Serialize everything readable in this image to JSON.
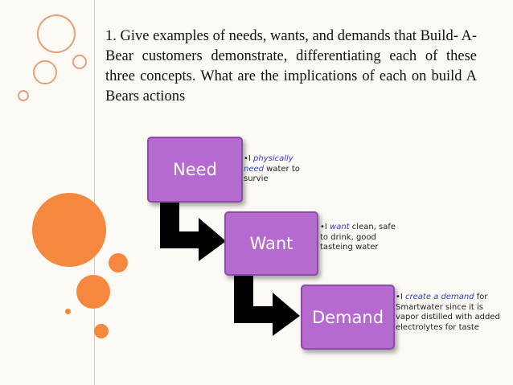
{
  "question": {
    "text": "1. Give examples of needs, wants, and demands that Build- A-Bear customers demonstrate, differentiating each of these three concepts. What are the implications of each on build A Bears actions"
  },
  "diagram": {
    "steps": [
      {
        "label": "Need"
      },
      {
        "label": "Want"
      },
      {
        "label": "Demand"
      }
    ],
    "notes": [
      {
        "prefix": "•I ",
        "highlight": "physically need",
        "suffix": " water to survie"
      },
      {
        "prefix": "•I ",
        "highlight": "want",
        "suffix": " clean, safe to drink, good tasteing water"
      },
      {
        "prefix": "•I ",
        "highlight": "create a demand",
        "suffix": " for Smartwater since it is vapor distilled with added electrolytes for taste"
      }
    ],
    "colors": {
      "box": "#b56ad0",
      "highlight": "#2a3fd0",
      "accent": "#f5873e"
    }
  }
}
